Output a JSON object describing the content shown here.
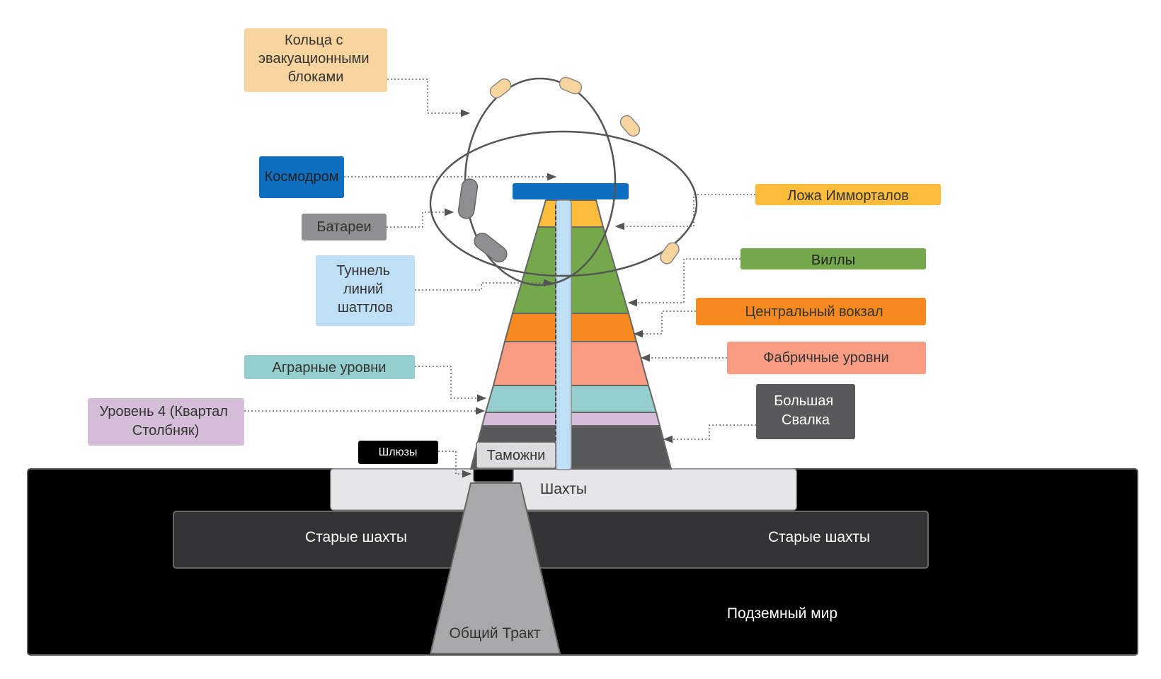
{
  "colors": {
    "background": "#ffffff",
    "underworld": "#000000",
    "old_mines": "#333335",
    "mines": "#e6e6e8",
    "common_tract": "#a8a8aa",
    "cosmodrome": "#0e6ec0",
    "immortals": "#fbbc3c",
    "villas": "#74a84a",
    "station": "#f68a1e",
    "factory": "#f89d84",
    "agrarian": "#95cfcd",
    "level4": "#d4bdd6",
    "dump": "#59595b",
    "tunnel": "#bfdff6",
    "rings": "#f8d49e",
    "batteries": "#8f8f91",
    "locks": "#000000"
  },
  "labels": {
    "rings": "Кольца с эвакуационными блоками",
    "cosmodrome": "Космодром",
    "batteries": "Батареи",
    "tunnel": "Туннель линий шаттлов",
    "agrarian": "Аграрные уровни",
    "level4": "Уровень 4 (Квартал Столбняк)",
    "locks": "Шлюзы",
    "immortals": "Ложа Имморталов",
    "villas": "Виллы",
    "station": "Центральный вокзал",
    "factory": "Фабричные уровни",
    "dump": "Большая Свалка",
    "customs": "Таможни",
    "mines": "Шахты",
    "old_mines_left": "Старые шахты",
    "old_mines_right": "Старые шахты",
    "underworld": "Подземный мир",
    "common_tract": "Общий Тракт"
  },
  "label_lines": {
    "rings": [
      "Кольца с",
      "эвакуационными",
      "блоками"
    ],
    "tunnel": [
      "Туннель",
      "линий",
      "шаттлов"
    ],
    "level4": [
      "Уровень 4 (Квартал",
      "Столбняк)"
    ],
    "dump": [
      "Большая",
      "Свалка"
    ]
  }
}
